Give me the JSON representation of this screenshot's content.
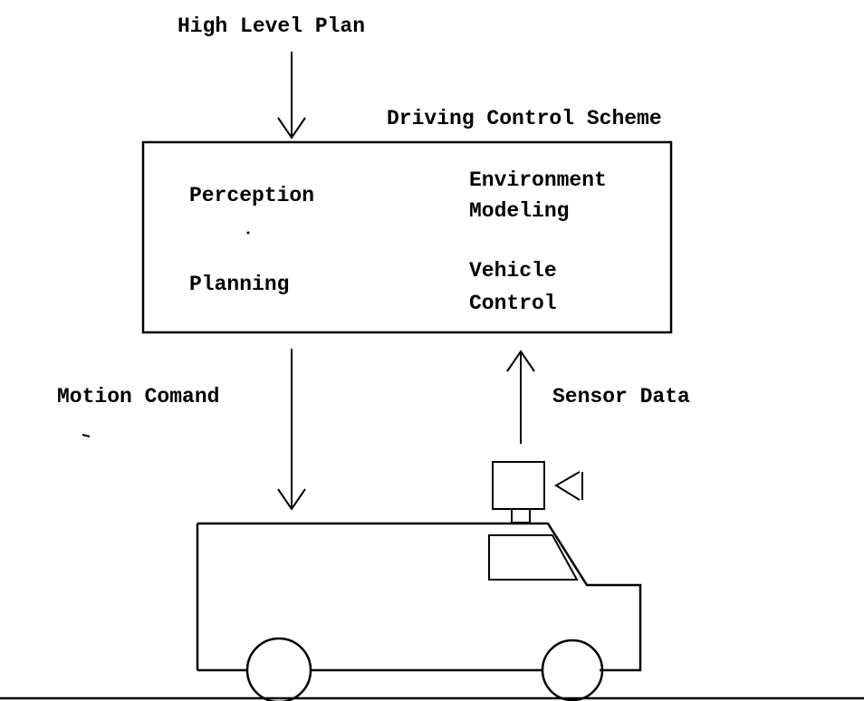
{
  "diagram": {
    "input_label": "High Level Plan",
    "scheme_label": "Driving Control Scheme",
    "modules": {
      "perception": "Perception",
      "environment_line1": "Environment",
      "environment_line2": "Modeling",
      "planning": "Planning",
      "vehicle_control_line1": "Vehicle",
      "vehicle_control_line2": "Control"
    },
    "motion_label": "Motion Comand",
    "sensor_label": "Sensor Data"
  },
  "colors": {
    "stroke": "#000000",
    "background": "#ffffff"
  },
  "icons": [
    "down-arrow-icon",
    "up-arrow-icon",
    "van-icon",
    "camera-icon"
  ]
}
